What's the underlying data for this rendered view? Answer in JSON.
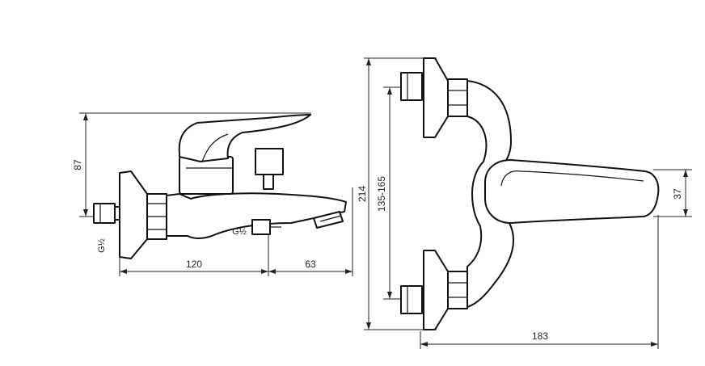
{
  "diagram": {
    "side_view": {
      "dim_height": "87",
      "dim_spout_len": "120",
      "dim_spout_tip": "63",
      "thread_inlet": "G½",
      "thread_outlet": "G½"
    },
    "top_view": {
      "dim_total_height": "214",
      "dim_center_range": "135-165",
      "dim_handle": "37",
      "dim_width": "183"
    }
  }
}
